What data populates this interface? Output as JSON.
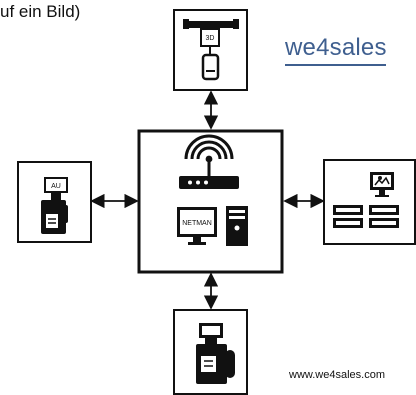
{
  "caption": "uf ein Bild)",
  "logo": {
    "text_prefix": "we",
    "text_digit": "4",
    "text_suffix": "sales",
    "color": "#3f5f8f",
    "underline_color": "#3f5f8f"
  },
  "website": "www.we4sales.com",
  "nodes": {
    "top": {
      "label": "3D",
      "icon": "3d-printer-device-icon"
    },
    "left": {
      "label": "AU",
      "icon": "au-terminal-device-icon"
    },
    "center": {
      "label": "NETMAN",
      "icons": [
        "wifi-router-icon",
        "monitor-icon",
        "desktop-tower-icon"
      ]
    },
    "right": {
      "icon": "network-switches-and-monitor-icon"
    },
    "bottom": {
      "icon": "card-terminal-icon"
    }
  },
  "colors": {
    "stroke": "#111111",
    "panel": "#ffffff",
    "accent": "#3f5f8f"
  }
}
